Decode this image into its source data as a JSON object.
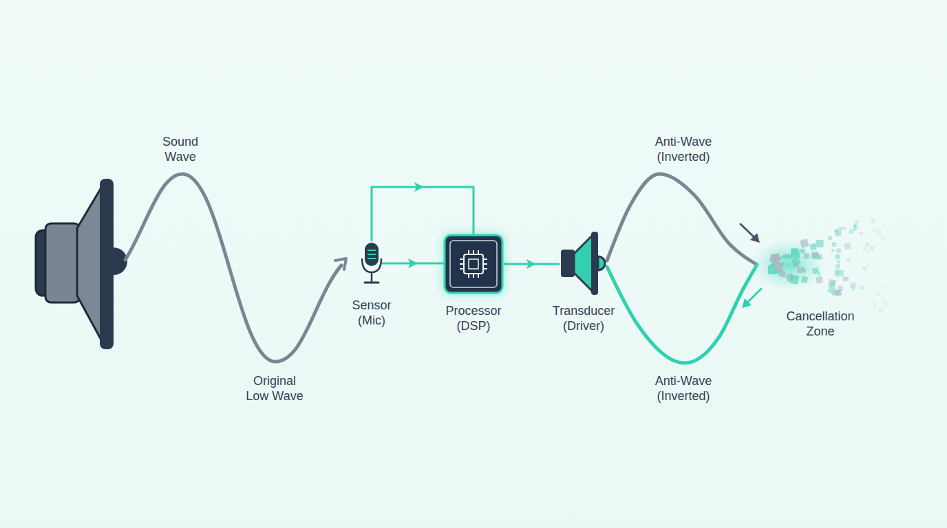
{
  "diagram": {
    "nodes": [
      {
        "text": [
          "Sensor (Mic)"
        ]
      },
      {
        "text": [
          "Processor (DSP)"
        ]
      },
      {
        "text": [
          "Transducer (Driver)"
        ]
      },
      {
        "text": [
          "Cancellation Zone"
        ]
      }
    ],
    "edges": [
      {
        "from": 0,
        "to": 1,
        "arrow": "to"
      },
      {
        "from": 0,
        "to": 1,
        "arrow": "to"
      },
      {
        "from": 1,
        "to": 2,
        "arrow": "to"
      },
      {
        "from": 2,
        "to": 3,
        "arrow": "none"
      },
      {
        "from": 2,
        "to": 3,
        "arrow": "none"
      }
    ],
    "labels": [
      "Sound Wave",
      "Original Low Wave",
      "Anti-Wave (Inverted)",
      "Anti-Wave (Inverted)"
    ]
  }
}
